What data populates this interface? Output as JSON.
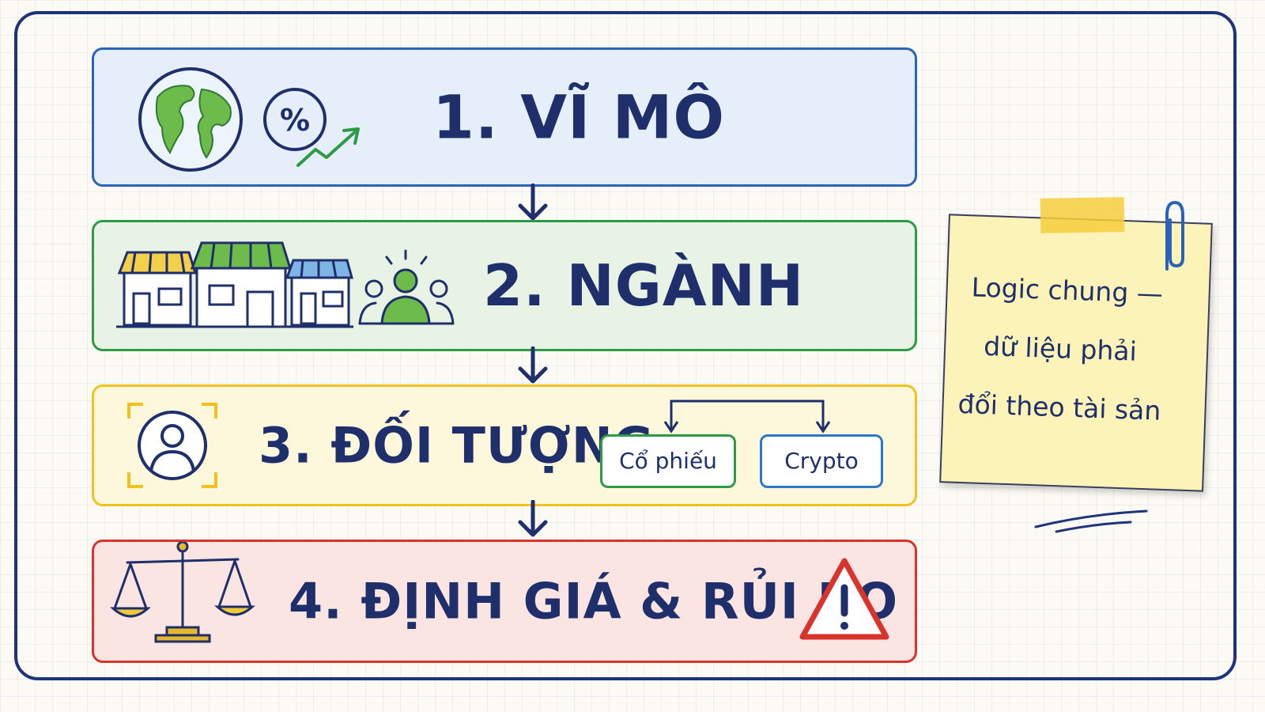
{
  "steps": [
    {
      "title": "1. VĨ MÔ",
      "color": "#2b63b8"
    },
    {
      "title": "2. NGÀNH",
      "color": "#2f9a45"
    },
    {
      "title": "3. ĐỐI TƯỢNG",
      "color": "#f1c21b"
    },
    {
      "title": "4. ĐỊNH GIÁ & RỦI RO",
      "color": "#d8342c"
    }
  ],
  "asset_types": [
    "Cổ phiếu",
    "Crypto"
  ],
  "note": {
    "lines": [
      "Logic chung —",
      "dữ liệu phải",
      "đổi theo tài sản"
    ]
  },
  "icons": [
    "globe-icon",
    "percent-growth-icon",
    "storefront-icon",
    "people-group-icon",
    "user-focus-icon",
    "balance-scale-icon",
    "warning-icon",
    "paperclip-icon"
  ]
}
